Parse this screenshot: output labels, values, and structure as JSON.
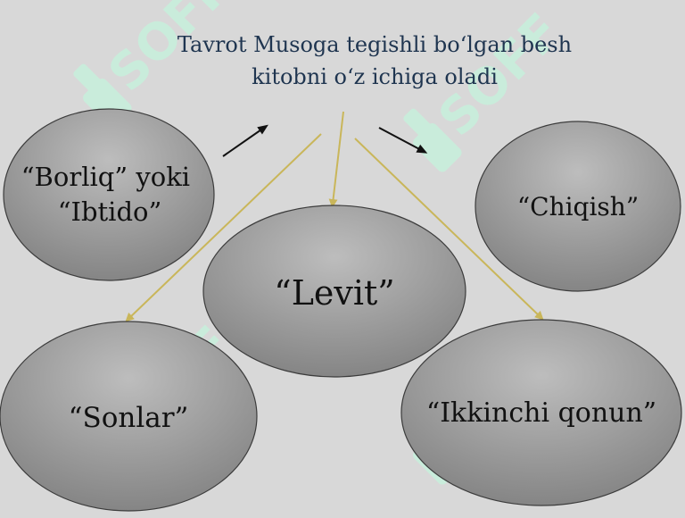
{
  "diagram": {
    "title_lines": [
      "Tavrot Musoga tegishli bo‘lgan besh",
      "kitobni o‘z ichiga oladi"
    ],
    "nodes": [
      {
        "id": "borliq",
        "lines": [
          "“Borliq” yoki",
          "“Ibtido”"
        ]
      },
      {
        "id": "chiqish",
        "lines": [
          "“Chiqish”"
        ]
      },
      {
        "id": "levit",
        "lines": [
          "“Levit”"
        ]
      },
      {
        "id": "sonlar",
        "lines": [
          "“Sonlar”"
        ]
      },
      {
        "id": "ikkinchi-qonun",
        "lines": [
          "“Ikkinchi qonun”"
        ]
      }
    ],
    "watermark": "SOFF",
    "colors": {
      "background": "#d8d8d8",
      "ellipse_fill": "#8a8a8a",
      "ellipse_light": "#b7b7b7",
      "ellipse_stroke": "#3c3c3c",
      "arrow_yellow": "#c9b65a",
      "arrow_black": "#111111",
      "title_text": "#1f3550",
      "watermark": "#c7f0dc"
    }
  }
}
